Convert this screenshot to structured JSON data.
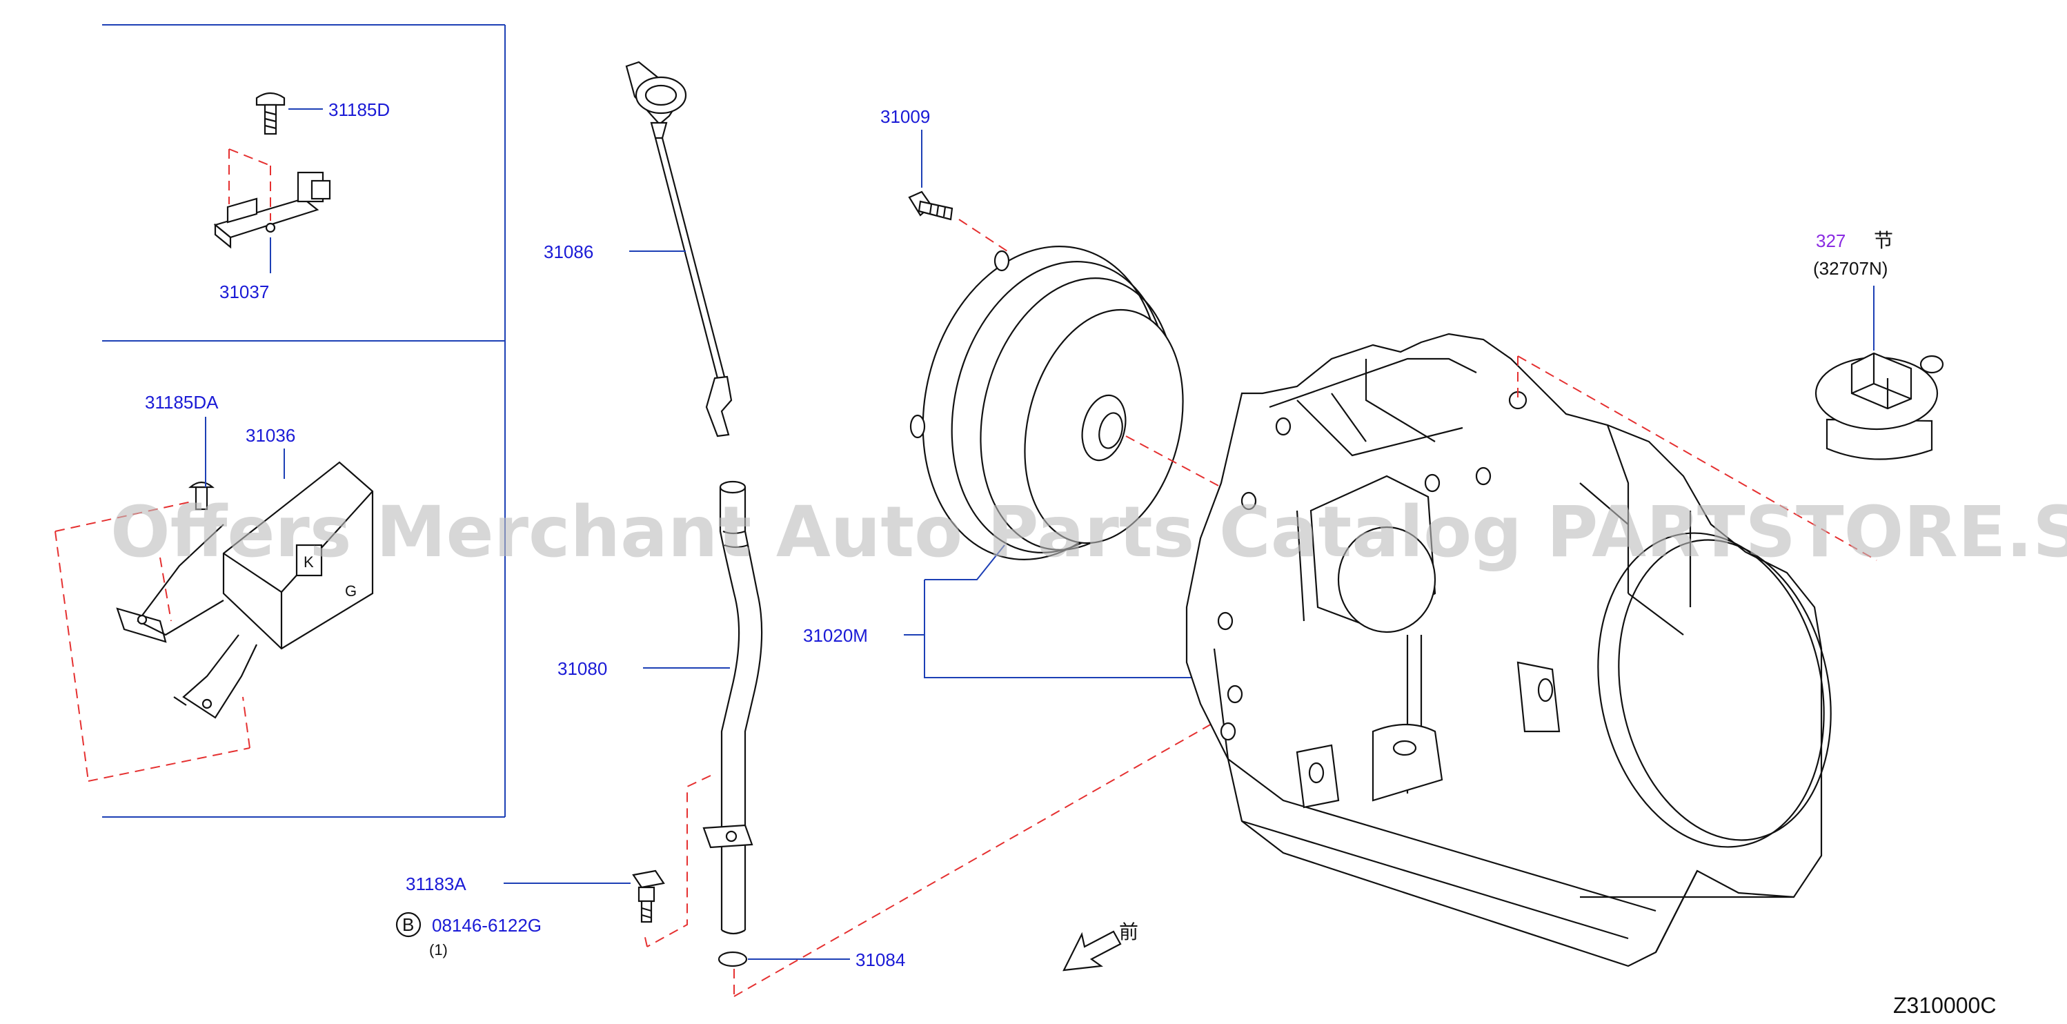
{
  "diagram": {
    "watermark": "Offers Merchant Auto Parts Catalog PARTSTORE.SA",
    "diagram_code": "Z310000C",
    "front_marker": "前",
    "colors": {
      "part_number": "#1a1ad6",
      "reference": "#8a2be2",
      "leader_line": "#1c3fb5",
      "dashed_guide": "#e53030",
      "outline": "#111111"
    },
    "labels": {
      "p31185D": "31185D",
      "p31037": "31037",
      "p31185DA": "31185DA",
      "p31036": "31036",
      "p31086": "31086",
      "p31080": "31080",
      "p31183A": "31183A",
      "bolt_symbol": "B",
      "p08146": "08146-6122G",
      "p08146_qty": "(1)",
      "p31084": "31084",
      "p31009": "31009",
      "p31020M": "31020M",
      "ref_327": "327",
      "ref_327_suffix": "节",
      "ref_32707N": "(32707N)"
    }
  }
}
